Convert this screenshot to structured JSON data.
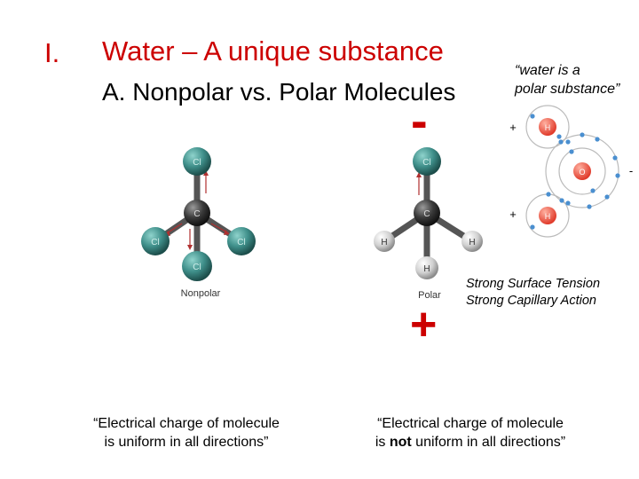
{
  "header": {
    "roman": "I.",
    "title": "Water – A unique substance",
    "subtitle": "A. Nonpolar vs. Polar Molecules"
  },
  "quote": {
    "line1": "“water is a",
    "line2": "polar substance”"
  },
  "signs": {
    "minus": "-",
    "plus": "+"
  },
  "nonpolar": {
    "label": "Nonpolar",
    "atoms": {
      "center": "C",
      "top": "Cl",
      "left": "Cl",
      "right": "Cl",
      "bottom": "Cl"
    }
  },
  "polar": {
    "label": "Polar",
    "atoms": {
      "center": "C",
      "top": "Cl",
      "left": "H",
      "right": "H",
      "bottom": "H"
    }
  },
  "water_diagram": {
    "atoms": {
      "hydrogen_top": "H",
      "oxygen": "O",
      "hydrogen_bottom": "H"
    },
    "charges": {
      "top": "+",
      "bottom": "+",
      "right": "-"
    }
  },
  "properties": {
    "line1": "Strong Surface Tension",
    "line2": "Strong Capillary Action"
  },
  "captions": {
    "left_line1": "“Electrical charge of molecule",
    "left_line2": "is uniform in all directions”",
    "right_prefix": "is ",
    "right_bold": "not",
    "right_suffix": " uniform in all directions”",
    "right_line1": "“Electrical charge of molecule"
  },
  "colors": {
    "title": "#cc0000",
    "chlorine": "#3f8f8a",
    "carbon": "#3a3a3a",
    "hydrogen": "#d8d8d8",
    "oxygen": "#e84a3a",
    "electron": "#4a8fd0"
  }
}
